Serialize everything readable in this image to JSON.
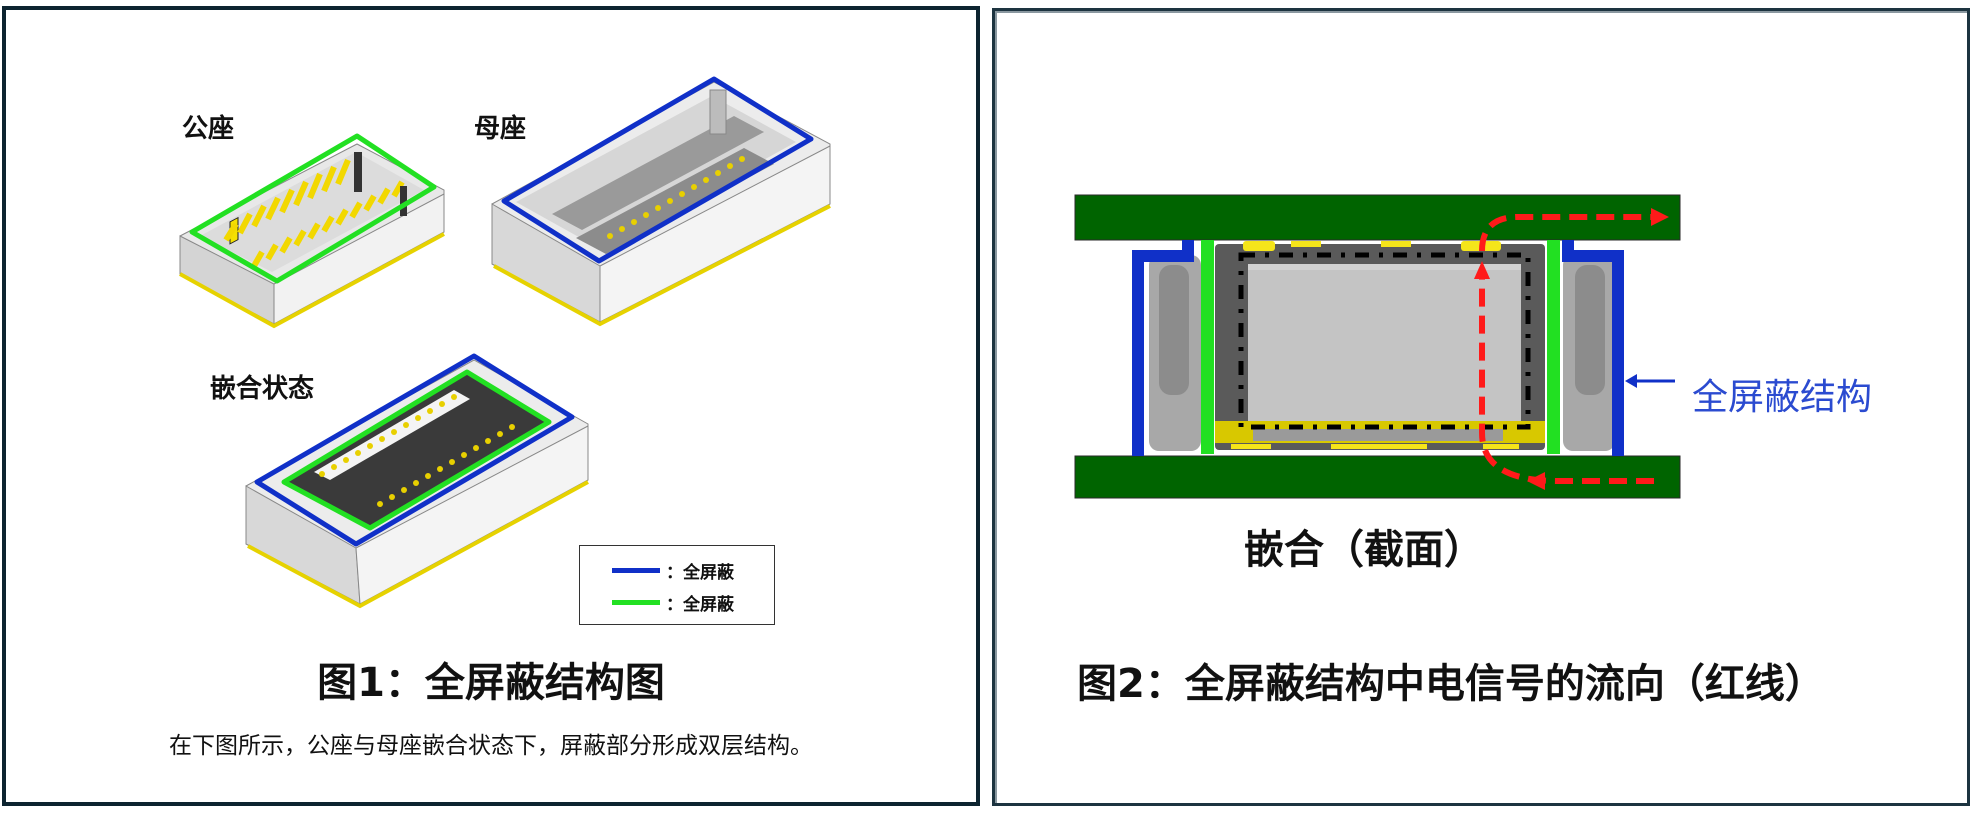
{
  "figure1": {
    "labels": {
      "male": "公座",
      "female": "母座",
      "mated": "嵌合状态"
    },
    "legend": {
      "items": [
        {
          "color": "#1030c8",
          "text": "：全屏蔽"
        },
        {
          "color": "#22e022",
          "text": "：全屏蔽"
        }
      ]
    },
    "title": "图1：全屏蔽结构图",
    "description": "在下图所示，公座与母座嵌合状态下，屏蔽部分形成双层结构。"
  },
  "figure2": {
    "diagram_label": "全屏蔽结构",
    "section_label": "嵌合（截面）",
    "title": "图2：全屏蔽结构中电信号的流向（红线）"
  },
  "colors": {
    "outer_shield": "#1030c8",
    "inner_shield": "#22e022",
    "pcb": "#006400",
    "signal": "#ff1a1a",
    "contact": "#f5e51a",
    "housing": "#c0c0c0",
    "border": "#0d2430"
  }
}
